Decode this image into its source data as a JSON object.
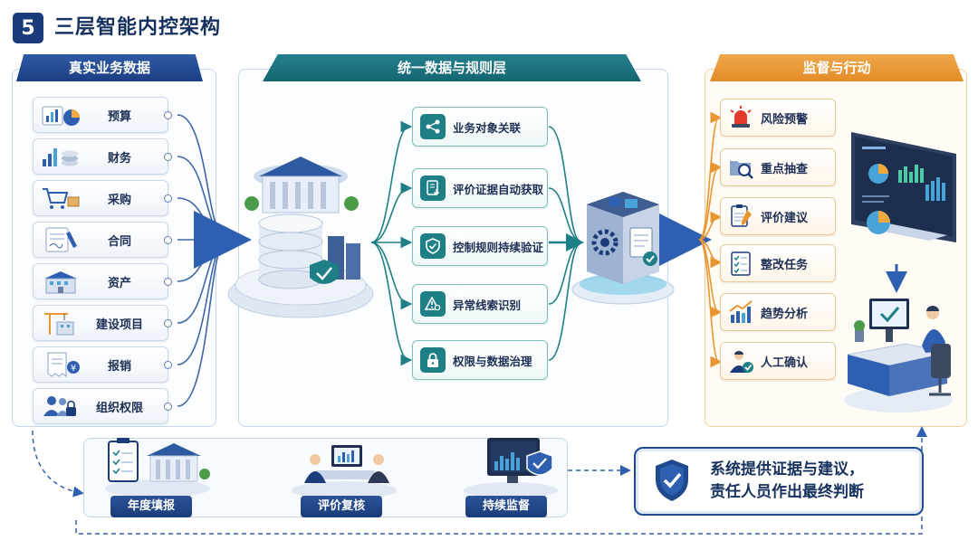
{
  "header": {
    "number": "5",
    "title": "三层智能内控架构"
  },
  "layers": {
    "data": {
      "title": "真实业务数据",
      "items": [
        {
          "label": "预算",
          "icon": "budget-chart-icon"
        },
        {
          "label": "财务",
          "icon": "finance-coins-icon"
        },
        {
          "label": "采购",
          "icon": "shopping-cart-icon"
        },
        {
          "label": "合同",
          "icon": "contract-document-icon"
        },
        {
          "label": "资产",
          "icon": "building-asset-icon"
        },
        {
          "label": "建设项目",
          "icon": "construction-crane-icon"
        },
        {
          "label": "报销",
          "icon": "receipt-yen-icon"
        },
        {
          "label": "组织权限",
          "icon": "users-lock-icon"
        }
      ]
    },
    "rules": {
      "title": "统一数据与规则层",
      "items": [
        {
          "label": "业务对象关联",
          "icon": "share-nodes-icon"
        },
        {
          "label": "评价证据自动获取",
          "icon": "document-download-icon"
        },
        {
          "label": "控制规则持续验证",
          "icon": "shield-check-icon"
        },
        {
          "label": "异常线索识别",
          "icon": "warning-search-icon"
        },
        {
          "label": "权限与数据治理",
          "icon": "padlock-icon"
        }
      ]
    },
    "action": {
      "title": "监督与行动",
      "items": [
        {
          "label": "风险预警",
          "icon": "alarm-siren-icon"
        },
        {
          "label": "重点抽查",
          "icon": "folder-search-icon"
        },
        {
          "label": "评价建议",
          "icon": "clipboard-pen-icon"
        },
        {
          "label": "整改任务",
          "icon": "checklist-icon"
        },
        {
          "label": "趋势分析",
          "icon": "trend-chart-icon"
        },
        {
          "label": "人工确认",
          "icon": "person-check-icon"
        }
      ]
    }
  },
  "process": {
    "stages": [
      {
        "label": "年度填报",
        "icon": "clipboard-building-icon"
      },
      {
        "label": "评价复核",
        "icon": "meeting-review-icon"
      },
      {
        "label": "持续监督",
        "icon": "monitor-shield-icon"
      }
    ]
  },
  "conclusion": {
    "line1": "系统提供证据与建议，",
    "line2": "责任人员作出最终判断"
  },
  "colors": {
    "navy": "#1b3c7a",
    "teal": "#1f7f86",
    "orange": "#e8962f",
    "blue_arrow": "#2f5fb0"
  }
}
